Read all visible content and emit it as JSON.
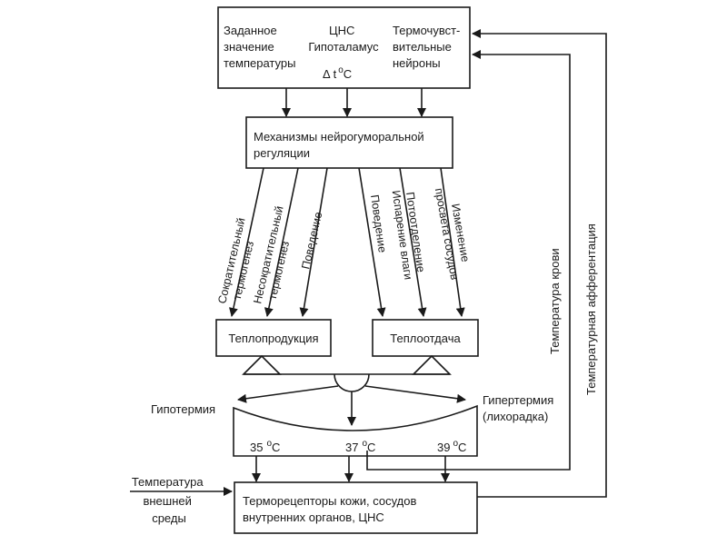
{
  "diagram": {
    "cns_box": {
      "left_lines": [
        "Заданное",
        "значение",
        "температуры"
      ],
      "center_lines": [
        "ЦНС",
        "Гипоталамус"
      ],
      "delta_label": "Δ t",
      "delta_unit_sup": "o",
      "delta_unit": "C",
      "right_lines": [
        "Термочувст-",
        "вительные",
        "нейроны"
      ]
    },
    "mechanisms_box": {
      "lines": [
        "Механизмы нейрогуморальной",
        "регуляции"
      ]
    },
    "production_arrows": [
      {
        "lines": [
          "Сократительный",
          "термогенез"
        ]
      },
      {
        "lines": [
          "Несократительный",
          "термогенез"
        ]
      },
      {
        "lines": [
          "Поведение"
        ]
      }
    ],
    "loss_arrows": [
      {
        "lines": [
          "Поведение"
        ]
      },
      {
        "lines": [
          "Потоотделение",
          "Испарение влаги"
        ]
      },
      {
        "lines": [
          "Изменение",
          "просвета сосудов"
        ]
      }
    ],
    "heat_production": "Теплопродукция",
    "heat_loss": "Теплоотдача",
    "hypothermia": "Гипотермия",
    "hyperthermia": [
      "Гипертермия",
      "(лихорадка)"
    ],
    "scale": [
      {
        "value": "35",
        "sup": "o",
        "unit": "C"
      },
      {
        "value": "37",
        "sup": "o",
        "unit": "C"
      },
      {
        "value": "39",
        "sup": "o",
        "unit": "C"
      }
    ],
    "external_temp": [
      "Температура",
      "внешней",
      "среды"
    ],
    "receptors_box": {
      "lines": [
        "Терморецепторы кожи, сосудов",
        "внутренних органов, ЦНС"
      ]
    },
    "blood_temp_label": "Температура крови",
    "afferent_label": "Температурная афферентация"
  }
}
